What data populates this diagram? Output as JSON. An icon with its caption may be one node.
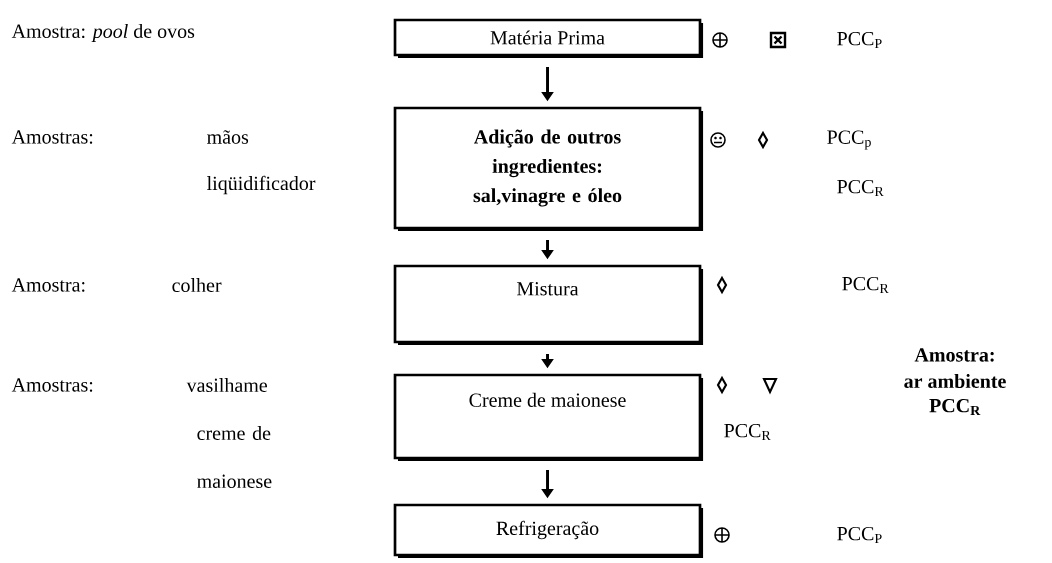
{
  "diagram": {
    "nodes": [
      {
        "text": [
          "Matéria Prima"
        ]
      },
      {
        "text": [
          "Adição de outros ingredientes: sal,vinagre e óleo"
        ]
      },
      {
        "text": [
          "Mistura"
        ]
      },
      {
        "text": [
          "Creme de maionese"
        ]
      },
      {
        "text": [
          "Refrigeração"
        ]
      }
    ],
    "edges": [
      {
        "from": 0,
        "to": 1,
        "arrow": "to"
      },
      {
        "from": 1,
        "to": 2,
        "arrow": "to"
      },
      {
        "from": 2,
        "to": 3,
        "arrow": "to"
      },
      {
        "from": 3,
        "to": 4,
        "arrow": "to"
      }
    ],
    "labels": [
      "Amostra: *pool* de ovos",
      "PCC$_{P}$",
      "Amostras:",
      "mãos",
      "PCC$_{p}$",
      "liqüidificador",
      "PCC$_{R}$",
      "Amostra:",
      "colher",
      "PCC$_{R}$",
      "Amostra:",
      "Amostras:",
      "vasilhame",
      "ar ambiente",
      "PCC$_{R}$",
      "PCC$_{R}$",
      "creme de maionese",
      "PCC$_{P}$"
    ]
  }
}
